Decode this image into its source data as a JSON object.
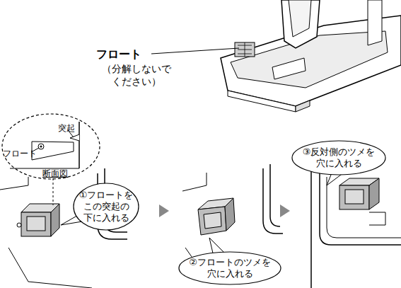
{
  "diagram": {
    "nodes": [
      {
        "text": [
          "突起",
          "フロート",
          "断面図"
        ]
      },
      {
        "text": [
          "①フロートを この突起の 下に入れる"
        ]
      },
      {
        "text": [
          "②フロートのツメを 穴に入れる"
        ]
      },
      {
        "text": [
          "③反対側のツメを 穴に入れる"
        ]
      }
    ],
    "labels": [
      "フロート",
      "（分解しないで ください）"
    ]
  }
}
